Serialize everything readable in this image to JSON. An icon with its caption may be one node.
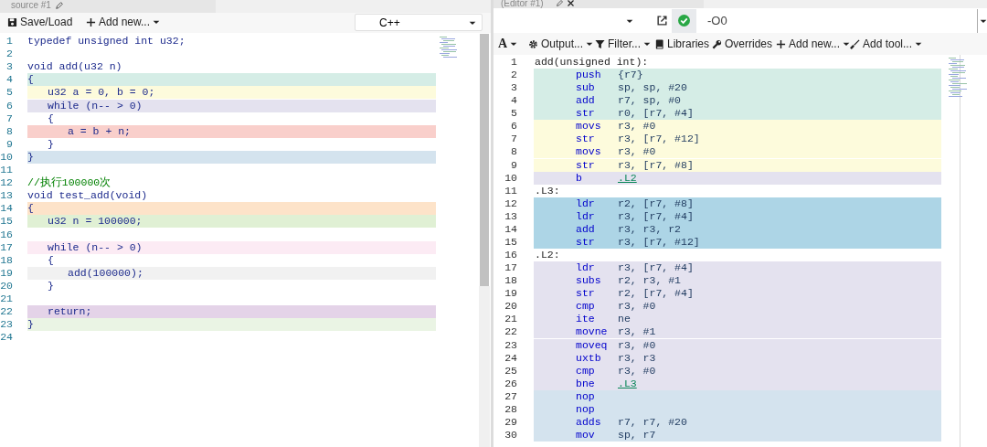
{
  "diagram": {
    "labels": [
      "source #1",
      "Save/Load",
      "Add new...",
      "C++",
      "1",
      "typedef unsigned int u32;",
      "2",
      "3",
      "void add(u32 n)",
      "4",
      "{",
      "5",
      "u32 a = 0, b = 0;",
      "6",
      "while (n-- > 0)",
      "7",
      "{",
      "8",
      "a = b + n;",
      "9",
      "}",
      "10",
      "}",
      "11",
      "12",
      "//执行100000次",
      "13",
      "void test_add(void)",
      "14",
      "{",
      "15",
      "u32 n = 100000;",
      "16",
      "17",
      "while (n-- > 0)",
      "18",
      "{",
      "19",
      "add(100000);",
      "20",
      "}",
      "21",
      "22",
      "return;",
      "23",
      "}",
      "24",
      "(Editor #1)",
      "-O0",
      "A",
      "Output...",
      "Filter...",
      "Libraries",
      "Overrides",
      "Add new...",
      "Add tool...",
      "1",
      "add(unsigned int):",
      "2",
      "push",
      "{r7}",
      "3",
      "sub",
      "sp, sp, #20",
      "4",
      "add",
      "r7, sp, #0",
      "5",
      "str",
      "r0, [r7, #4]",
      "6",
      "movs",
      "r3, #0",
      "7",
      "str",
      "r3, [r7, #12]",
      "8",
      "movs",
      "r3, #0",
      "9",
      "str",
      "r3, [r7, #8]",
      "10",
      "b",
      ".L2",
      "11",
      ".L3:",
      "12",
      "ldr",
      "r2, [r7, #8]",
      "13",
      "ldr",
      "r3, [r7, #4]",
      "14",
      "add",
      "r3, r3, r2",
      "15",
      "str",
      "r3, [r7, #12]",
      "16",
      ".L2:",
      "17",
      "ldr",
      "r3, [r7, #4]",
      "18",
      "subs",
      "r2, r3, #1",
      "19",
      "str",
      "r2, [r7, #4]",
      "20",
      "cmp",
      "r3, #0",
      "21",
      "ite",
      "ne",
      "22",
      "movne",
      "r3, #1",
      "23",
      "moveq",
      "r3, #0",
      "24",
      "uxtb",
      "r3, r3",
      "25",
      "cmp",
      "r3, #0",
      "26",
      "bne",
      ".L3",
      "27",
      "nop",
      "28",
      "nop",
      "29",
      "adds",
      "r7, r7, #20",
      "30",
      "mov",
      "sp, r7"
    ]
  }
}
